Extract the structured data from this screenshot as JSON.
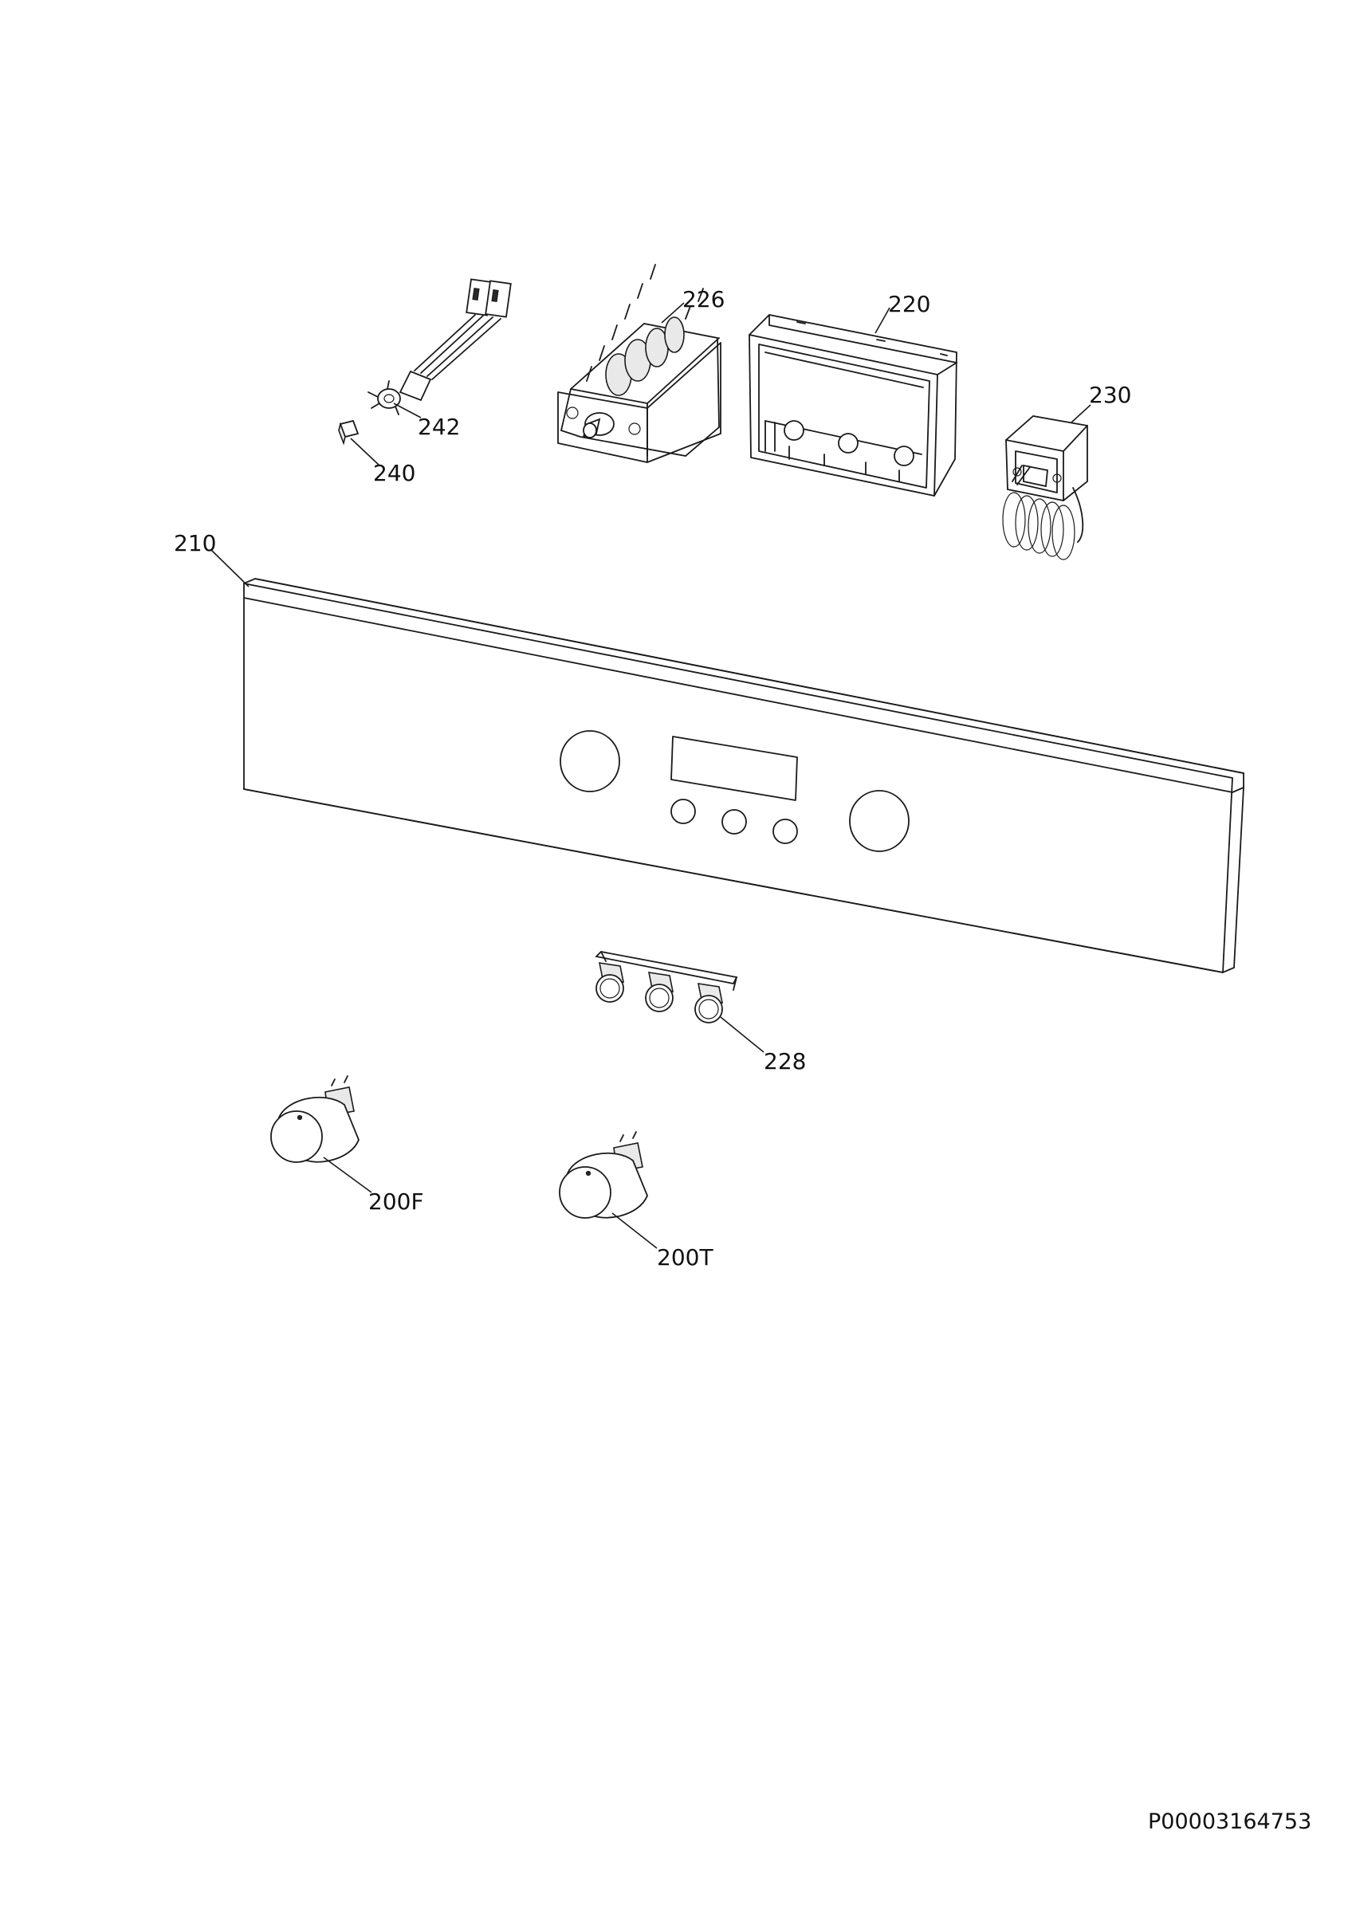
{
  "labels": {
    "p226": "226",
    "p220": "220",
    "p230": "230",
    "p242": "242",
    "p240": "240",
    "p210": "210",
    "p228": "228",
    "p200F": "200F",
    "p200T": "200T"
  },
  "document_id": "P00003164753"
}
